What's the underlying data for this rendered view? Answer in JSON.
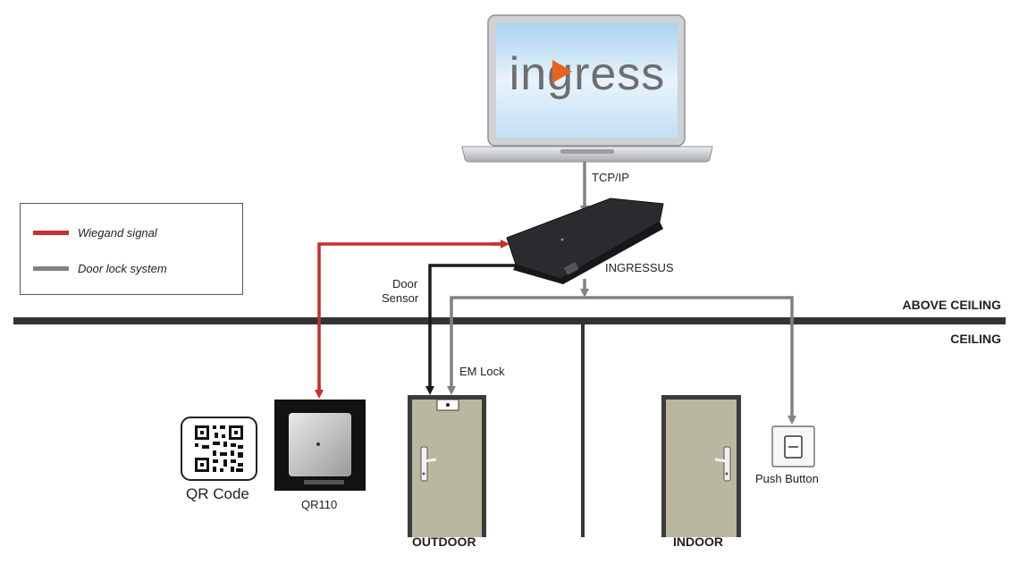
{
  "legend": {
    "items": [
      {
        "label": "Wiegand signal",
        "color": "#c62f2b"
      },
      {
        "label": "Door lock system",
        "color": "#808288"
      }
    ]
  },
  "laptop": {
    "screen_text": "ingress"
  },
  "connections": {
    "tcpip": "TCP/IP",
    "door_sensor_line1": "Door",
    "door_sensor_line2": "Sensor",
    "em_lock": "EM Lock"
  },
  "controller": {
    "label": "INGRESSUS"
  },
  "ceiling": {
    "above": "ABOVE CEILING",
    "below": "CEILING"
  },
  "devices": {
    "qr_code": "QR Code",
    "reader": "QR110",
    "push_button": "Push Button"
  },
  "zones": {
    "outdoor": "OUTDOOR",
    "indoor": "INDOOR"
  },
  "colors": {
    "wiegand": "#c62f2b",
    "door_lock": "#808288",
    "sensor": "#1a1a1a",
    "ceiling": "#333438",
    "door_fill": "#b9b7a0",
    "door_frame": "#3b3b3b",
    "screen": "#dcecf8",
    "ingress_gray": "#6d6e72",
    "ingress_orange": "#e8641c"
  }
}
